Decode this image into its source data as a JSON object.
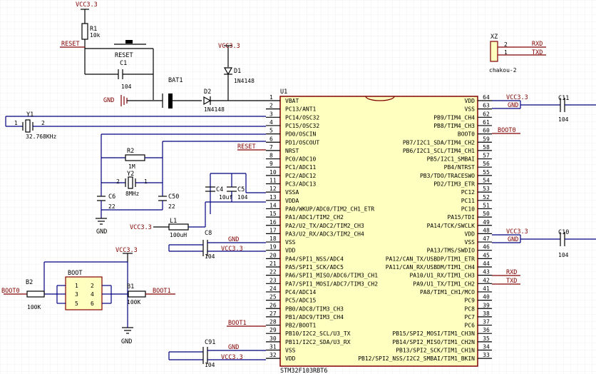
{
  "mcu": {
    "ref": "U1",
    "part": "STM32F103RBT6",
    "left_pins": [
      {
        "num": "1",
        "name": "VBAT"
      },
      {
        "num": "2",
        "name": "PC13/ANT1"
      },
      {
        "num": "3",
        "name": "PC14/OSC32"
      },
      {
        "num": "4",
        "name": "PC15/OSC32"
      },
      {
        "num": "5",
        "name": "PD0/OSCIN"
      },
      {
        "num": "6",
        "name": "PD1/OSCOUT"
      },
      {
        "num": "7",
        "name": "NRST"
      },
      {
        "num": "8",
        "name": "PC0/ADC10"
      },
      {
        "num": "9",
        "name": "PC1/ADC11"
      },
      {
        "num": "10",
        "name": "PC2/ADC12"
      },
      {
        "num": "11",
        "name": "PC3/ADC13"
      },
      {
        "num": "12",
        "name": "VSSA"
      },
      {
        "num": "13",
        "name": "VDDA"
      },
      {
        "num": "14",
        "name": "PA0/WKUP/ADC0/TIM2_CH1_ETR"
      },
      {
        "num": "15",
        "name": "PA1/ADC1/TIM2_CH2"
      },
      {
        "num": "16",
        "name": "PA2/U2_TX/ADC2/TIM2_CH3"
      },
      {
        "num": "17",
        "name": "PA3/U2_RX/ADC3/TIM2_CH4"
      },
      {
        "num": "18",
        "name": "VSS"
      },
      {
        "num": "19",
        "name": "VDD"
      },
      {
        "num": "20",
        "name": "PA4/SPI1_NSS/ADC4"
      },
      {
        "num": "21",
        "name": "PA5/SPI1_SCK/ADC5"
      },
      {
        "num": "22",
        "name": "PA6/SPI1_MISO/ADC6/TIM3_CH1"
      },
      {
        "num": "23",
        "name": "PA7/SPI1_MOSI/ADC7/TIM3_CH2"
      },
      {
        "num": "24",
        "name": "PC4/ADC14"
      },
      {
        "num": "25",
        "name": "PC5/ADC15"
      },
      {
        "num": "26",
        "name": "PB0/ADC8/TIM3_CH3"
      },
      {
        "num": "27",
        "name": "PB1/ADC9/TIM3_CH4"
      },
      {
        "num": "28",
        "name": "PB2/BOOT1"
      },
      {
        "num": "29",
        "name": "PB10/I2C2_SCL/U3_TX"
      },
      {
        "num": "30",
        "name": "PB11/I2C2_SDA/U3_RX"
      },
      {
        "num": "31",
        "name": "VSS"
      },
      {
        "num": "32",
        "name": "VDD"
      }
    ],
    "right_pins": [
      {
        "num": "64",
        "name": "VDD"
      },
      {
        "num": "63",
        "name": "VSS"
      },
      {
        "num": "62",
        "name": "PB9/TIM4_CH4"
      },
      {
        "num": "61",
        "name": "PB8/TIM4_CH3"
      },
      {
        "num": "60",
        "name": "BOOT0"
      },
      {
        "num": "59",
        "name": "PB7/I2C1_SDA/TIM4_CH2"
      },
      {
        "num": "58",
        "name": "PB6/I2C1_SCL/TIM4_CH1"
      },
      {
        "num": "57",
        "name": "PB5/I2C1_SMBAI"
      },
      {
        "num": "56",
        "name": "PB4/NTRST"
      },
      {
        "num": "55",
        "name": "PB3/TDO/TRACESWO"
      },
      {
        "num": "54",
        "name": "PD2/TIM3_ETR"
      },
      {
        "num": "53",
        "name": "PC12"
      },
      {
        "num": "52",
        "name": "PC11"
      },
      {
        "num": "51",
        "name": "PC10"
      },
      {
        "num": "50",
        "name": "PA15/TDI"
      },
      {
        "num": "49",
        "name": "PA14/TCK/SWCLK"
      },
      {
        "num": "48",
        "name": "VDD"
      },
      {
        "num": "47",
        "name": "VSS"
      },
      {
        "num": "46",
        "name": "PA13/TMS/SWDIO"
      },
      {
        "num": "45",
        "name": "PA12/CAN_TX/USBDP/TIM1_ETR"
      },
      {
        "num": "44",
        "name": "PA11/CAN_RX/USBDM/TIM1_CH4"
      },
      {
        "num": "43",
        "name": "PA10/U1_RX/TIM1_CH3"
      },
      {
        "num": "42",
        "name": "PA9/U1_TX/TIM1_CH2"
      },
      {
        "num": "41",
        "name": "PA8/TIM1_CH1/MCO"
      },
      {
        "num": "40",
        "name": "PC9"
      },
      {
        "num": "39",
        "name": "PC8"
      },
      {
        "num": "38",
        "name": "PC7"
      },
      {
        "num": "37",
        "name": "PC6"
      },
      {
        "num": "36",
        "name": "PB15/SPI2_MOSI/TIM1_CH3N"
      },
      {
        "num": "35",
        "name": "PB14/SPI2_MISO/TIM1_CH2N"
      },
      {
        "num": "34",
        "name": "PB13/SPI2_SCK/TIM1_CH1N"
      },
      {
        "num": "33",
        "name": "PB12/SPI2_NSS/I2C2_SMBAI/TIM1_BKIN"
      }
    ]
  },
  "labels": {
    "vcc": "VCC3.3",
    "gnd": "GND",
    "reset": "RESET",
    "boot0": "BOOT0",
    "boot1": "BOOT1",
    "rxd": "RXD",
    "txd": "TXD"
  },
  "components": {
    "r1": {
      "ref": "R1",
      "value": "10k"
    },
    "sw_reset": {
      "ref": "RESET"
    },
    "c1": {
      "ref": "C1",
      "value": "104"
    },
    "bat1": {
      "ref": "BAT1"
    },
    "d1": {
      "ref": "D1",
      "value": "1N4148"
    },
    "d2": {
      "ref": "D2",
      "value": "1N4148"
    },
    "y1": {
      "ref": "Y1",
      "value": "32.768KHz",
      "pin1": "1",
      "pin2": "2"
    },
    "r2": {
      "ref": "R2",
      "value": "1M"
    },
    "y2": {
      "ref": "Y2",
      "value": "8MHz",
      "pin1": "1",
      "pin2": "2"
    },
    "c6": {
      "ref": "C6",
      "value": "22"
    },
    "c50": {
      "ref": "C50",
      "value": "22"
    },
    "c4": {
      "ref": "C4",
      "value": "10uf"
    },
    "c5": {
      "ref": "C5",
      "value": "104"
    },
    "l1": {
      "ref": "L1",
      "value": "100uH"
    },
    "c8": {
      "ref": "C8",
      "value": "104"
    },
    "c91": {
      "ref": "C91",
      "value": "104"
    },
    "c11": {
      "ref": "C11",
      "value": "104"
    },
    "c10": {
      "ref": "C10",
      "value": "104"
    },
    "xz": {
      "ref": "XZ",
      "value": "chakou-2",
      "pin1": "1",
      "pin2": "2"
    },
    "boot_sw": {
      "ref": "BOOT",
      "pins": [
        "1",
        "2",
        "3",
        "4",
        "5",
        "6"
      ]
    },
    "b2": {
      "ref": "B2",
      "value": "100K"
    },
    "b1": {
      "ref": "B1",
      "value": "100K"
    }
  }
}
